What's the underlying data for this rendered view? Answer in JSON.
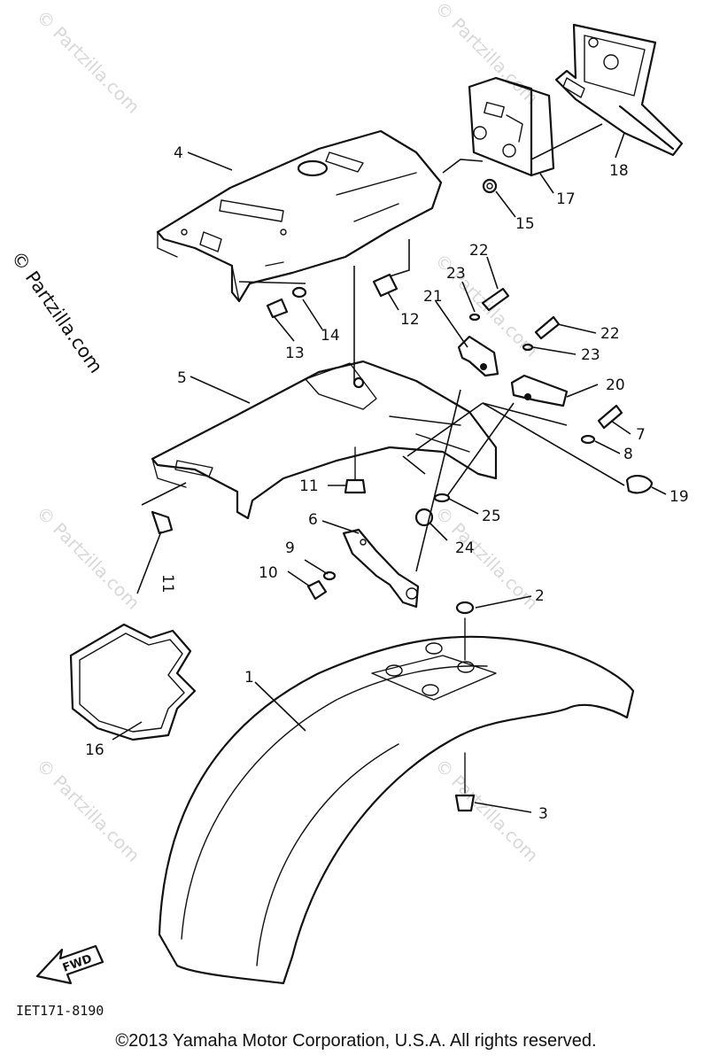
{
  "watermark": "© Partzilla.com",
  "drawing_code": "IET171-8190",
  "fwd_label": "FWD",
  "copyright": "©2013  Yamaha Motor Corporation, U.S.A. All rights reserved.",
  "parts": [
    "1",
    "2",
    "3",
    "4",
    "5",
    "6",
    "7",
    "8",
    "9",
    "10",
    "11",
    "11",
    "12",
    "13",
    "14",
    "15",
    "16",
    "17",
    "18",
    "19",
    "20",
    "21",
    "22",
    "22",
    "23",
    "23",
    "24",
    "25"
  ]
}
